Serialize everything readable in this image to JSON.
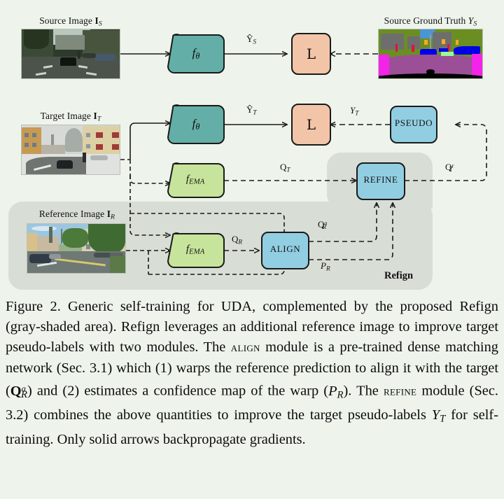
{
  "figure": {
    "background_color": "#eef4ec",
    "shaded_region_color": "#d8ddd6",
    "shaded_region_label": "Refign",
    "images": [
      {
        "id": "source",
        "label_prefix": "Source Image ",
        "label_symbol": "I",
        "label_sub": "S",
        "scene": "daytime city street, green trees, dark car in center lane"
      },
      {
        "id": "source_gt",
        "label_prefix": "Source Ground Truth ",
        "label_symbol": "Y",
        "label_sub": "S",
        "scene": "cityscapes semantic segmentation map: purple road, green vegetation, gray buildings, blue vehicles"
      },
      {
        "id": "target",
        "label_prefix": "Target Image ",
        "label_symbol": "I",
        "label_sub": "T",
        "scene": "snowy winter street, yellow buildings, overcast sky"
      },
      {
        "id": "reference",
        "label_prefix": "Reference Image ",
        "label_symbol": "I",
        "label_sub": "R",
        "scene": "sunny summer street, blue sky, green trees, same location as target"
      }
    ],
    "nodes": [
      {
        "id": "f_theta_source",
        "text": "f",
        "sub": "θ",
        "shape": "trapezoid",
        "color": "#63afa8"
      },
      {
        "id": "loss_source",
        "text": "L",
        "shape": "rounded-square",
        "color": "#f2c4a8"
      },
      {
        "id": "f_theta_target",
        "text": "f",
        "sub": "θ",
        "shape": "trapezoid",
        "color": "#63afa8"
      },
      {
        "id": "loss_target",
        "text": "L",
        "shape": "rounded-square",
        "color": "#f2c4a8"
      },
      {
        "id": "pseudo",
        "text": "PSEUDO",
        "shape": "rounded-rect",
        "color": "#92cee2"
      },
      {
        "id": "f_ema_target",
        "text": "f",
        "sub": "EMA",
        "shape": "trapezoid",
        "color": "#c6e49b"
      },
      {
        "id": "refine",
        "text": "REFINE",
        "shape": "rounded-rect",
        "color": "#92cee2"
      },
      {
        "id": "f_ema_reference",
        "text": "f",
        "sub": "EMA",
        "shape": "trapezoid",
        "color": "#c6e49b"
      },
      {
        "id": "align",
        "text": "ALIGN",
        "shape": "rounded-rect",
        "color": "#92cee2"
      }
    ],
    "edge_labels": [
      {
        "id": "yhat_s",
        "base": "Ŷ",
        "sub": "S",
        "style": "bold"
      },
      {
        "id": "yhat_t",
        "base": "Ŷ",
        "sub": "T",
        "style": "bold"
      },
      {
        "id": "y_t",
        "base": "Y",
        "sub": "T",
        "style": "italic"
      },
      {
        "id": "q_t",
        "base": "Q",
        "sub": "T",
        "style": "bold"
      },
      {
        "id": "q_t_r",
        "base": "Q",
        "sub": "T",
        "sup": "r",
        "style": "bold"
      },
      {
        "id": "q_r",
        "base": "Q",
        "sub": "R",
        "style": "bold"
      },
      {
        "id": "q_r_a",
        "base": "Q",
        "sub": "R",
        "sup": "a",
        "style": "bold"
      },
      {
        "id": "p_r",
        "base": "P",
        "sub": "R",
        "style": "italic"
      }
    ]
  },
  "caption": {
    "number": "Figure 2.",
    "part1": " Generic self-training for UDA, complemented by the proposed Refign (gray-shaded area).  Refign leverages an additional reference image to improve target pseudo-labels with two modules. The ",
    "align_name": "align",
    "part2": " module is a pre-trained dense matching network (Sec. 3.1) which (1) warps the reference prediction to align it with the target (",
    "q_r_a": "Qᵃℛ",
    "part3": ") and (2) estimates a confidence map of the warp (",
    "p_r": "Pℛ",
    "part4": ").  The ",
    "refine_name": "refine",
    "part5": " module (Sec. 3.2) combines the above quantities to improve the target pseudo-labels ",
    "y_t": "Y𝒯",
    "part6": " for self-training. Only solid arrows backpropagate gradients."
  }
}
